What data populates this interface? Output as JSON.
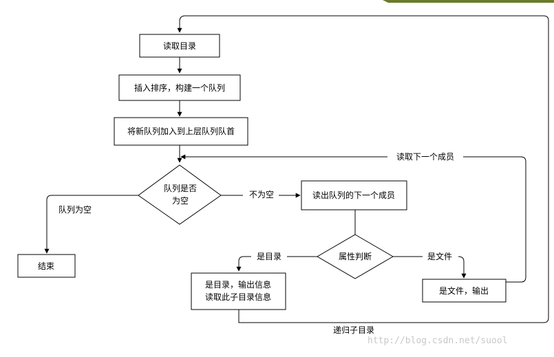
{
  "nodes": {
    "read_dir": "读取目录",
    "insert_sort": "插入排序，构建一个队列",
    "push_queue": "将新队列加入到上层队列队首",
    "queue_empty_line1": "队列是否",
    "queue_empty_line2": "为空",
    "end": "结束",
    "read_next": "读出队列的下一个成员",
    "attr_judge": "属性判断",
    "is_dir_line1": "是目录，输出信息",
    "is_dir_line2": "读取此子目录信息",
    "is_file": "是文件，输出"
  },
  "edge_labels": {
    "queue_empty": "队列为空",
    "not_empty": "不为空",
    "read_next_member": "读取下一个成员",
    "is_dir": "是目录",
    "is_file": "是文件",
    "recurse": "递归子目录"
  },
  "watermark": "http://blog.csdn.net/suool",
  "colors": {
    "top_bar": "#6b7b2b"
  }
}
